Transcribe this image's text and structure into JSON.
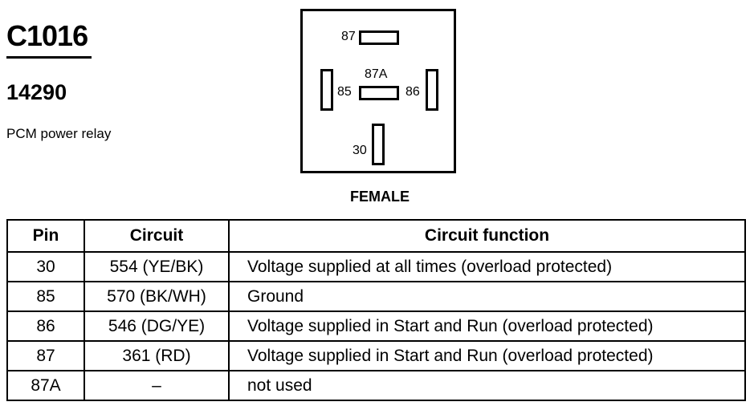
{
  "header": {
    "connector_id": "C1016",
    "part_number": "14290",
    "description": "PCM power relay"
  },
  "diagram": {
    "face_label": "FEMALE",
    "pins": {
      "p87": "87",
      "p87a": "87A",
      "p85": "85",
      "p86": "86",
      "p30": "30"
    }
  },
  "table": {
    "columns": [
      "Pin",
      "Circuit",
      "Circuit function"
    ],
    "rows": [
      {
        "pin": "30",
        "circuit": "554 (YE/BK)",
        "function": "Voltage supplied at all times (overload protected)"
      },
      {
        "pin": "85",
        "circuit": "570 (BK/WH)",
        "function": "Ground"
      },
      {
        "pin": "86",
        "circuit": "546 (DG/YE)",
        "function": "Voltage supplied in Start and Run (overload protected)"
      },
      {
        "pin": "87",
        "circuit": "361 (RD)",
        "function": "Voltage supplied in Start and Run (overload protected)"
      },
      {
        "pin": "87A",
        "circuit": "–",
        "function": "not used"
      }
    ]
  }
}
